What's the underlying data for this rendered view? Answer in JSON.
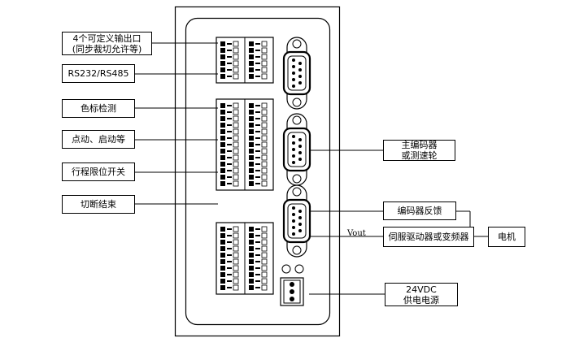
{
  "labels": {
    "outputs": {
      "line1": "4个可定义输出口",
      "line2": "(同步裁切允许等)"
    },
    "serial": "RS232/RS485",
    "color_mark": "色标检测",
    "jog_start": "点动、启动等",
    "limit_switch": "行程限位开关",
    "cut_off": "切断结束",
    "main_encoder": {
      "line1": "主编码器",
      "line2": "或测速轮"
    },
    "encoder_feedback": "编码器反馈",
    "servo_driver": "伺服驱动器或变频器",
    "motor": "电机",
    "power": {
      "line1": "24VDC",
      "line2": "供电电源"
    },
    "vout": "Vout"
  }
}
